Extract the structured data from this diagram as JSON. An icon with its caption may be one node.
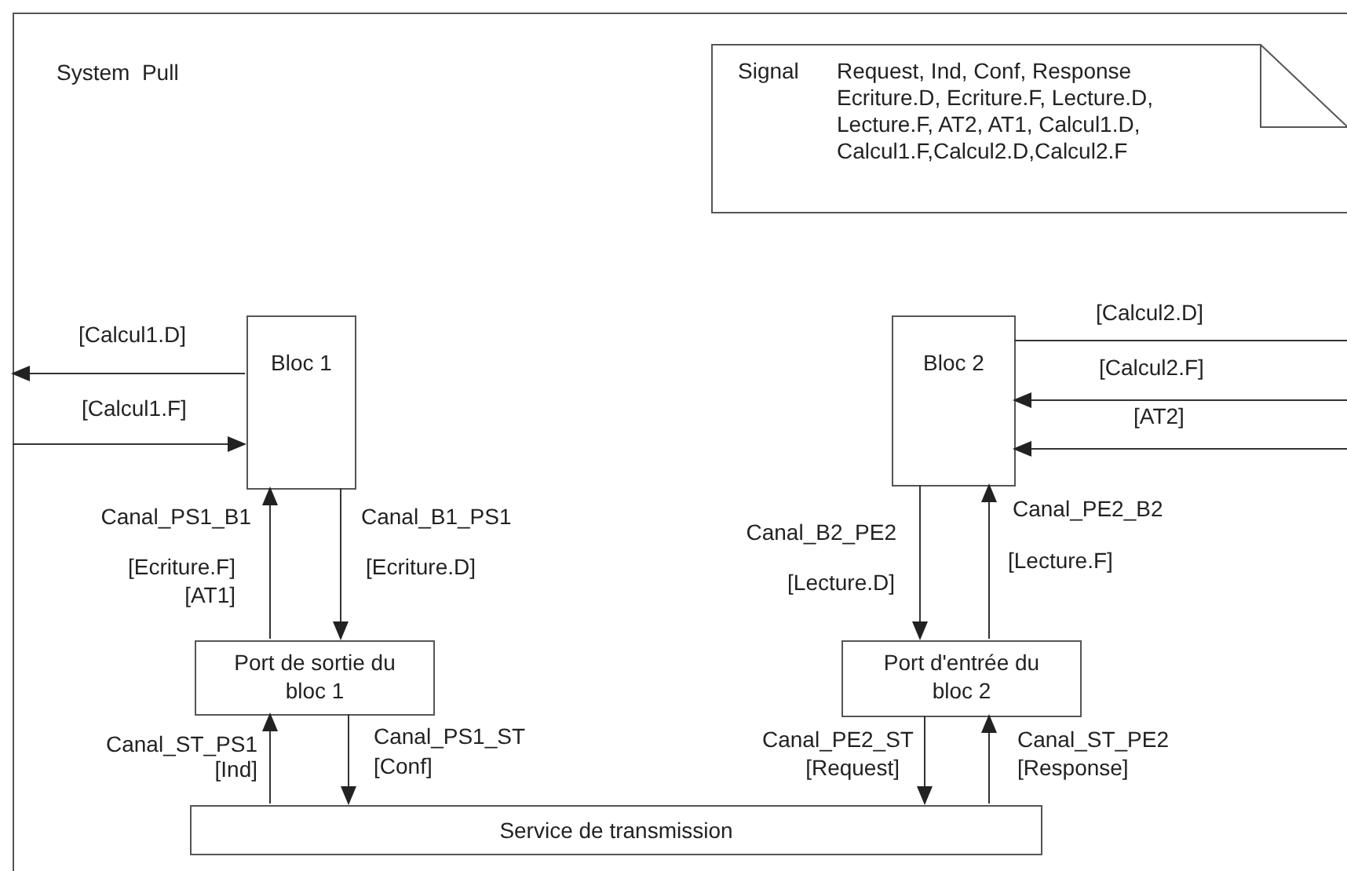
{
  "diagram": {
    "nodes": [
      {
        "text": [
          "System  Pull"
        ]
      },
      {
        "text": [
          "Signal",
          "Request, Ind, Conf, Response Ecriture.D, Ecriture.F, Lecture.D, Lecture.F, AT2, AT1, Calcul1.D, Calcul1.F,Calcul2.D,Calcul2.F"
        ],
        "in": 0
      },
      {
        "text": [
          "Bloc 1"
        ],
        "in": 0
      },
      {
        "text": [
          "Bloc 2"
        ],
        "in": 0
      },
      {
        "text": [
          "Port de sortie du bloc 1"
        ],
        "in": 0
      },
      {
        "text": [
          "Port d'entrée du bloc 2"
        ],
        "in": 0
      },
      {
        "text": [
          "Service de transmission"
        ],
        "in": 0
      }
    ],
    "edges": [
      {
        "from": 2,
        "to": 0,
        "arrow": "to",
        "label": "[Calcul1.D]"
      },
      {
        "from": 0,
        "to": 2,
        "arrow": "to",
        "label": "[Calcul1.F]"
      },
      {
        "from": 3,
        "to": null,
        "arrow": "none",
        "label": "[Calcul2.D]"
      },
      {
        "from": null,
        "to": 3,
        "arrow": "to",
        "label": "[Calcul2.F]"
      },
      {
        "from": null,
        "to": 3,
        "arrow": "to",
        "label": "[AT2]"
      },
      {
        "from": 4,
        "to": 2,
        "arrow": "to",
        "label": "Canal_PS1_B1"
      },
      {
        "from": 2,
        "to": 4,
        "arrow": "to",
        "label": "Canal_B1_PS1"
      },
      {
        "from": 3,
        "to": 5,
        "arrow": "to",
        "label": "Canal_B2_PE2"
      },
      {
        "from": 5,
        "to": 3,
        "arrow": "to",
        "label": "Canal_PE2_B2"
      },
      {
        "from": 6,
        "to": 4,
        "arrow": "to",
        "label": "Canal_ST_PS1"
      },
      {
        "from": 4,
        "to": 6,
        "arrow": "to",
        "label": "Canal_PS1_ST"
      },
      {
        "from": 5,
        "to": 6,
        "arrow": "to",
        "label": "Canal_PE2_ST"
      },
      {
        "from": 6,
        "to": 5,
        "arrow": "to",
        "label": "Canal_ST_PE2"
      }
    ],
    "labels": [
      "[Ecriture.F]",
      "[AT1]",
      "[Ecriture.D]",
      "[Lecture.D]",
      "[Lecture.F]",
      "[Ind]",
      "[Conf]",
      "[Request]",
      "[Response]"
    ]
  }
}
